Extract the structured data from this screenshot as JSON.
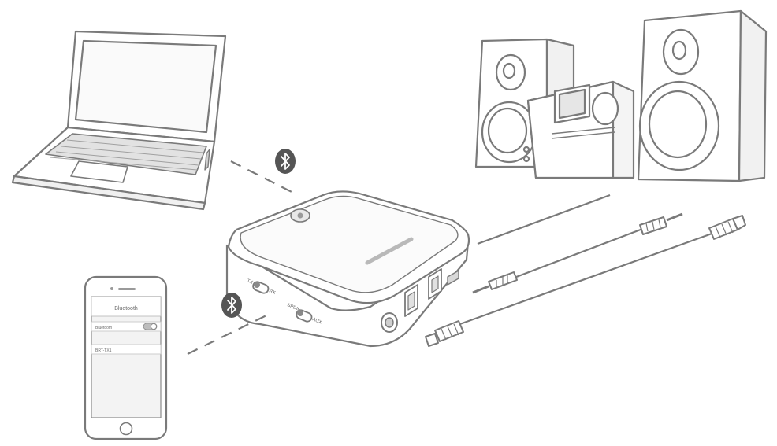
{
  "phone": {
    "screen_title": "Bluetooth",
    "toggle_label": "Bluetooth",
    "toggle_state": "on",
    "device_name": "BRT-TX1"
  },
  "device": {
    "switch1_left": "TX",
    "switch1_right": "RX",
    "switch2_left": "SPDIF",
    "switch2_right": "AUX"
  },
  "icons": [
    "bluetooth-icon",
    "bluetooth-icon"
  ],
  "colors": {
    "line": "#7a7a7a",
    "fill": "#ffffff",
    "screen": "#f3f3f3",
    "badge": "#555555"
  }
}
